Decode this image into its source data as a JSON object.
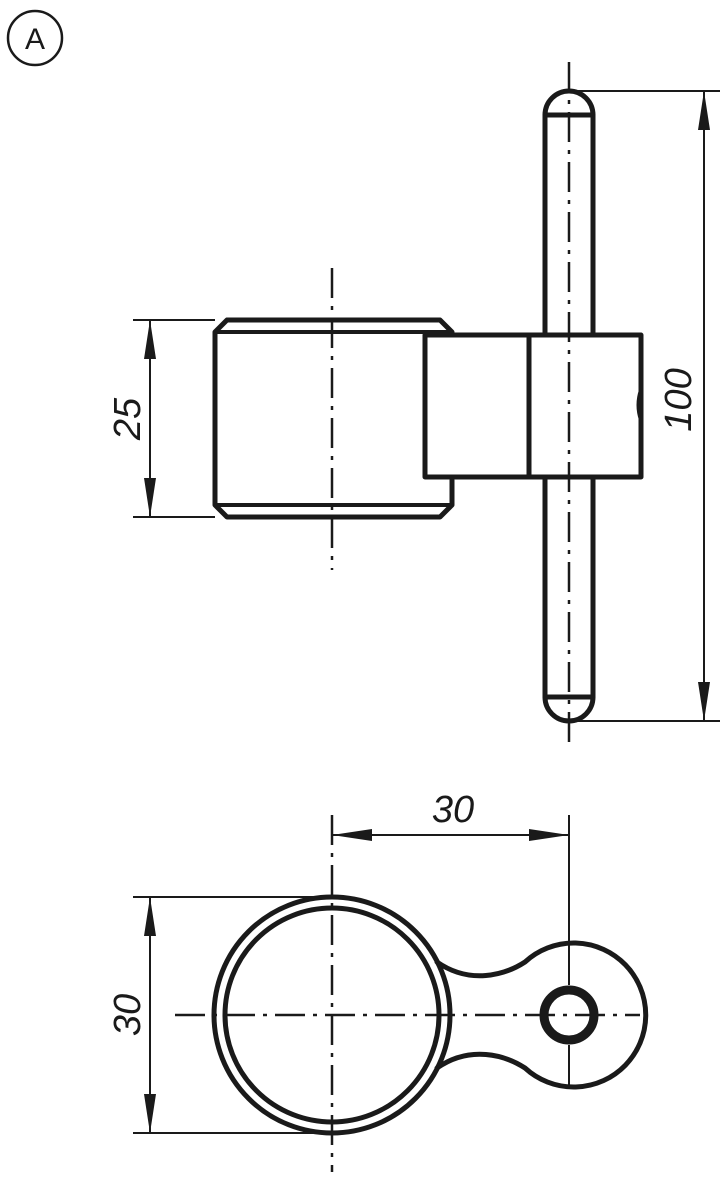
{
  "view_label": {
    "text": "A"
  },
  "front_view": {
    "dimensions": {
      "body_height": "25",
      "pin_length": "100"
    }
  },
  "top_view": {
    "dimensions": {
      "center_distance": "30",
      "ring_diameter": "30"
    }
  },
  "colors": {
    "line": "#1a1a1a",
    "background": "#ffffff"
  }
}
